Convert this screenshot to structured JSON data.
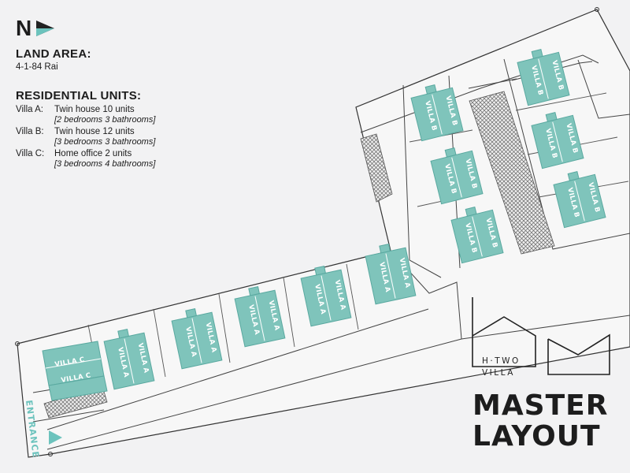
{
  "north": {
    "letter": "N",
    "icon": "north-arrow-icon"
  },
  "land_area": {
    "title": "LAND AREA:",
    "value": "4-1-84 Rai"
  },
  "residential_units": {
    "title": "RESIDENTIAL UNITS:",
    "items": [
      {
        "label": "Villa A:",
        "text": "Twin house 10 units",
        "note": "[2 bedrooms 3 bathrooms]"
      },
      {
        "label": "Villa B:",
        "text": "Twin house 12 units",
        "note": "[3 bedrooms 3 bathrooms]"
      },
      {
        "label": "Villa C:",
        "text": "Home office 2 units",
        "note": "[3 bedrooms 4 bathrooms]"
      }
    ]
  },
  "map": {
    "villa_a_label": "VILLA A",
    "villa_b_label": "VILLA B",
    "villa_c_label": "VILLA C",
    "entrance_label": "ENTRANCE",
    "colors": {
      "villa": "#7fc4bb",
      "villa_edge": "#5aa9a0",
      "entrance": "#6cc3bd",
      "outline": "#333333"
    }
  },
  "brand": {
    "line1": "H·TWO",
    "line2": "VILLA"
  },
  "title": {
    "line1": "MASTER",
    "line2": "LAYOUT"
  }
}
